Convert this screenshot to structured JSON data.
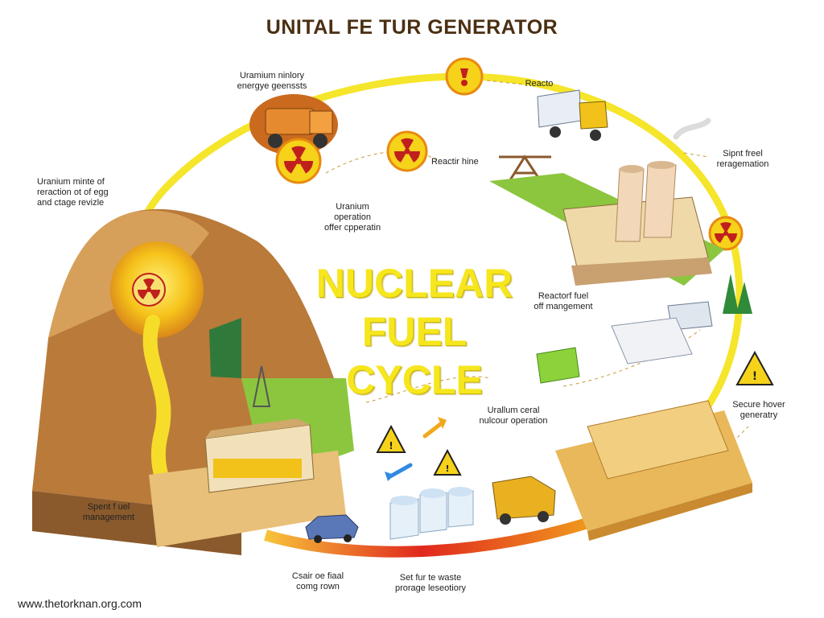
{
  "header": {
    "title": "UNITAL FE TUR GENERATOR"
  },
  "center": {
    "line1": "NUCLEAR",
    "line2": "FUEL",
    "line3": "CYCLE"
  },
  "labels": {
    "uranium_history": [
      "Uramium ninlory",
      "energye geenssts"
    ],
    "reacto": [
      "Reacto"
    ],
    "reactir_hine": [
      "Reactir hine"
    ],
    "spent_fuel_reg": [
      "Sipnt freel",
      "reragemation"
    ],
    "uranium_mine": [
      "Uranium minte of",
      "reraction ot of egg",
      "and ctage revizle"
    ],
    "uranium_operation": [
      "Uranium",
      "operation",
      "offer cpperatin"
    ],
    "reactor_fuel_mgmt": [
      "Reactorf fuel",
      "off mangement"
    ],
    "secure_power": [
      "Secure hover",
      "generatry"
    ],
    "uralium_ceral": [
      "Urallum ceral",
      "nulcour operation"
    ],
    "spent_fuel_mgmt": [
      "Spent f uel",
      "management"
    ],
    "csair_final": [
      "Csair oe fiaal",
      "comg rown"
    ],
    "waste_storage": [
      "Set fur te waste",
      "prorage leseotiory"
    ]
  },
  "footer": {
    "url": "www.thetorknan.org.com"
  },
  "colors": {
    "ring_yellow": "#f5e52b",
    "ring_orange": "#f2a81d",
    "ring_red": "#e0281e",
    "title_brown": "#4a2f12",
    "radiation_yellow": "#f6d21a",
    "radiation_red": "#c0201d"
  },
  "icons": [
    "radiation-icon",
    "hazard-warning-icon",
    "recycle-arrow-icon",
    "nuclear-plant-icon",
    "mining-truck-icon",
    "cooling-tower-icon",
    "car-icon",
    "storage-tank-icon"
  ]
}
